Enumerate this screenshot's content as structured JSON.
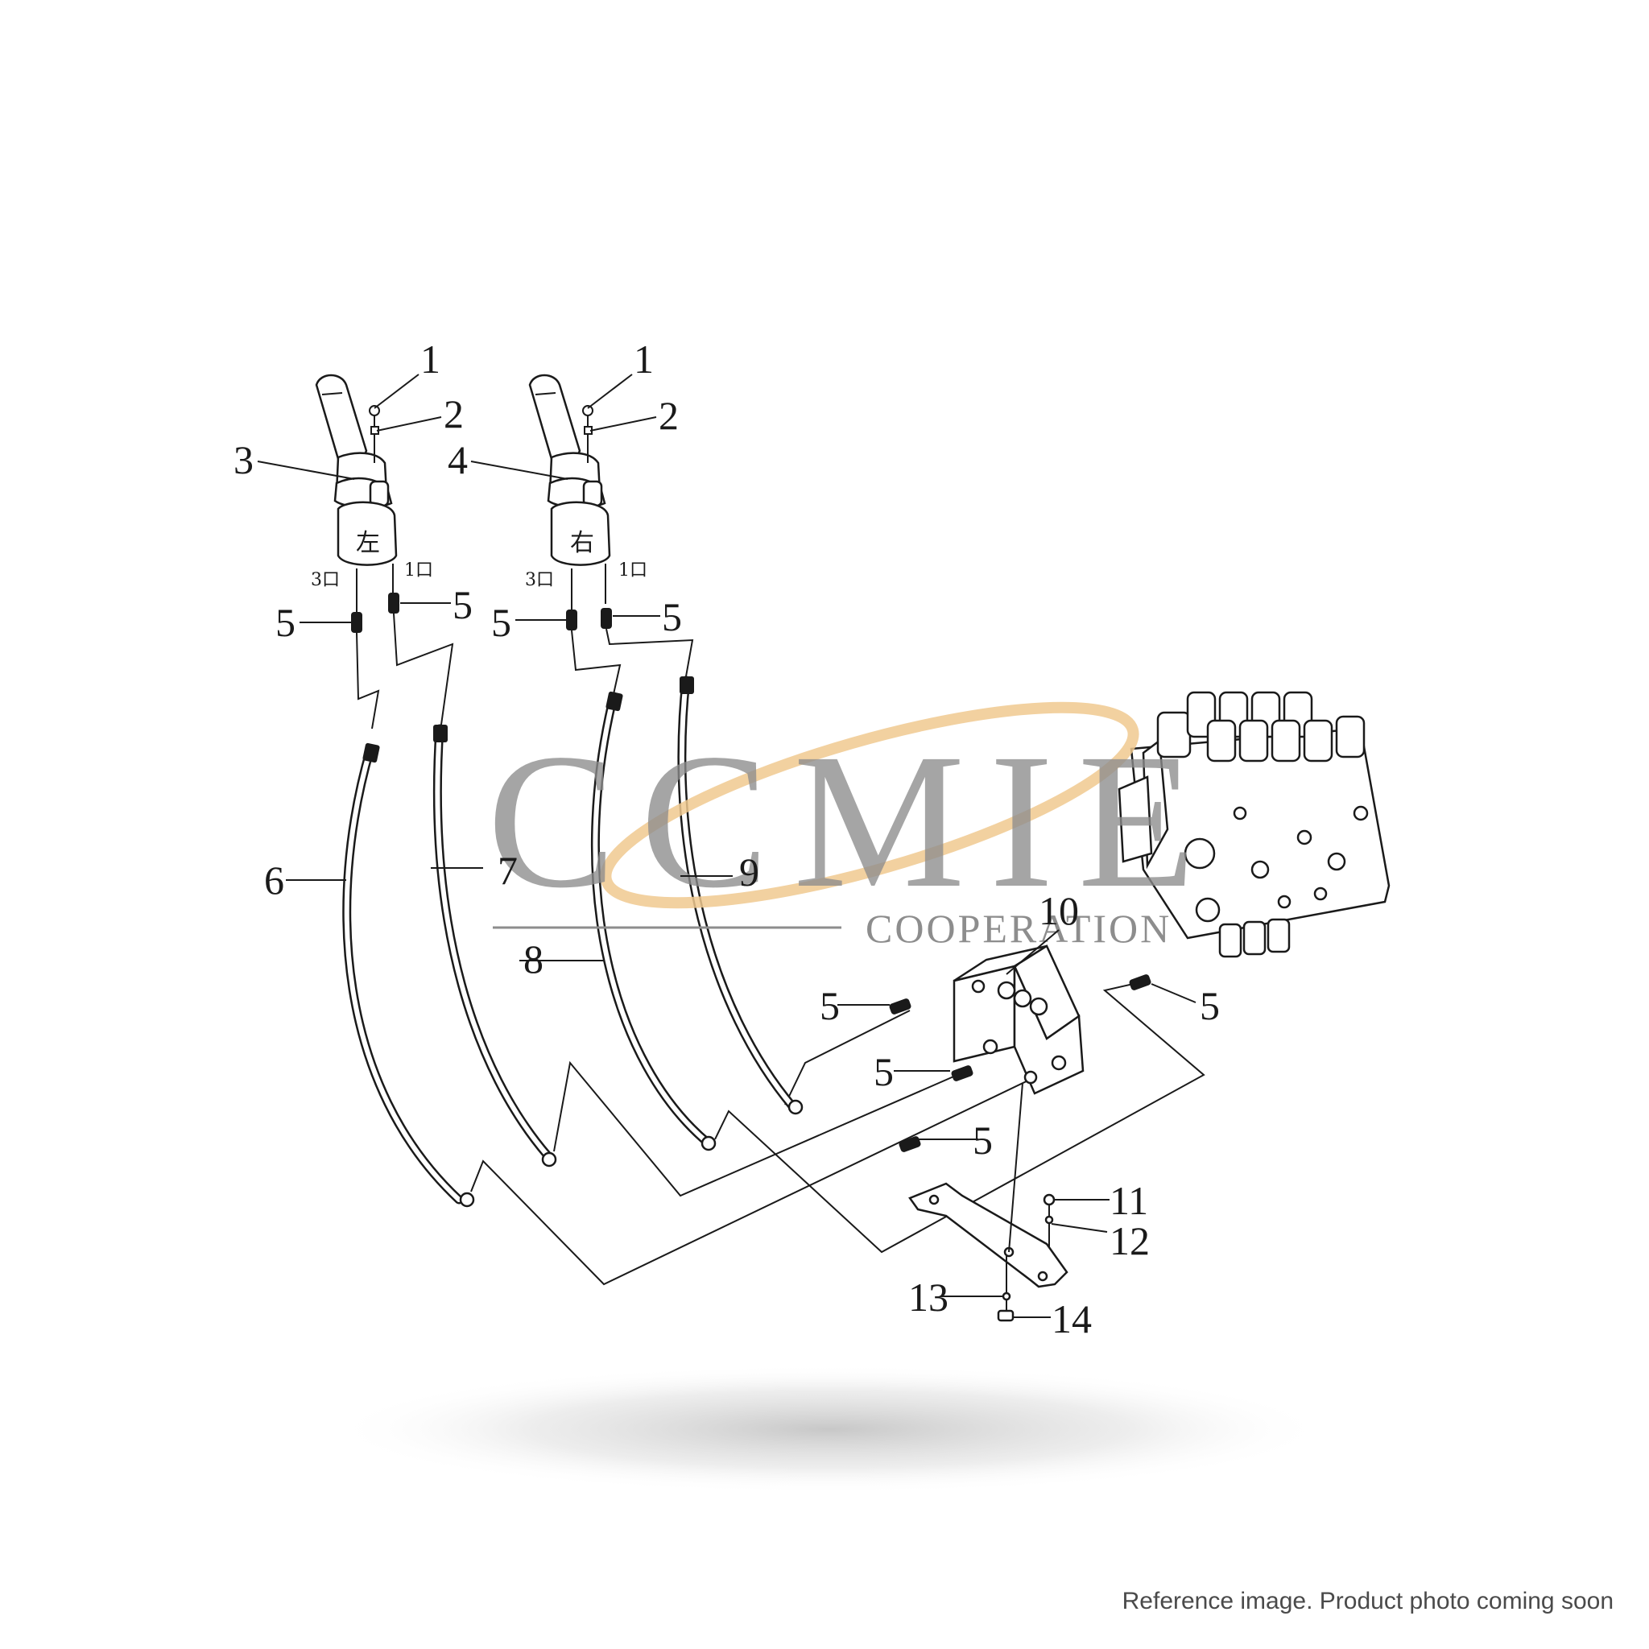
{
  "callouts": [
    {
      "id": "1",
      "text": "1"
    },
    {
      "id": "1b",
      "text": "1"
    },
    {
      "id": "2",
      "text": "2"
    },
    {
      "id": "2b",
      "text": "2"
    },
    {
      "id": "3",
      "text": "3"
    },
    {
      "id": "4",
      "text": "4"
    },
    {
      "id": "5a",
      "text": "5"
    },
    {
      "id": "5b",
      "text": "5"
    },
    {
      "id": "5c",
      "text": "5"
    },
    {
      "id": "5d",
      "text": "5"
    },
    {
      "id": "5e",
      "text": "5"
    },
    {
      "id": "5f",
      "text": "5"
    },
    {
      "id": "5g",
      "text": "5"
    },
    {
      "id": "5h",
      "text": "5"
    },
    {
      "id": "6",
      "text": "6"
    },
    {
      "id": "7",
      "text": "7"
    },
    {
      "id": "8",
      "text": "8"
    },
    {
      "id": "9",
      "text": "9"
    },
    {
      "id": "10",
      "text": "10"
    },
    {
      "id": "11",
      "text": "11"
    },
    {
      "id": "12",
      "text": "12"
    },
    {
      "id": "13",
      "text": "13"
    },
    {
      "id": "14",
      "text": "14"
    }
  ],
  "joysticks": {
    "left": {
      "hand_label": "左",
      "port_a": "3口",
      "port_b": "1口"
    },
    "right": {
      "hand_label": "右",
      "port_a": "3口",
      "port_b": "1口"
    }
  },
  "watermark": {
    "brand": "CCMIE",
    "tagline": "COOPERATION",
    "accent_color": "#f0c98f",
    "text_color": "#8d8d8d"
  },
  "caption": "Reference image. Product photo coming soon"
}
